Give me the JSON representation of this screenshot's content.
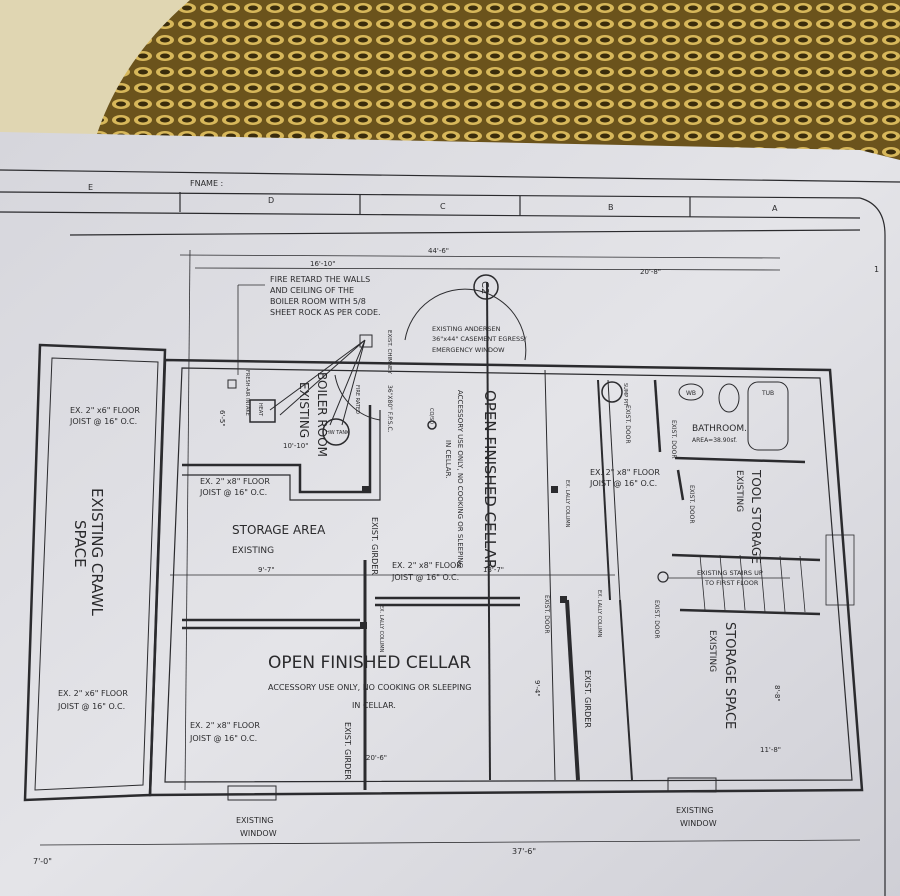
{
  "title_block": {
    "fname_label": "FNAME :",
    "columns": [
      "E",
      "D",
      "C",
      "B",
      "A"
    ],
    "row_marker": "1"
  },
  "dimensions": {
    "overall_top": "44'-6\"",
    "boiler_width": "16'-10\"",
    "right_width": "20'-8\"",
    "boiler_depth": "10'-10\"",
    "boiler_height": "6'-5\"",
    "storage_left": "9'-7\"",
    "storage_right": "13'-7\"",
    "cellar_height": "9'-4\"",
    "cellar_width": "20'-6\"",
    "right_height": "8'-8\"",
    "right_bottom": "11'-8\"",
    "bottom_overall": "37'-6\"",
    "crawl_width": "7'-0\""
  },
  "section_marker": "C2",
  "notes": {
    "fire_retard": [
      "FIRE RETARD THE WALLS",
      "AND CEILING OF THE",
      "BOILER ROOM WITH 5/8",
      "SHEET ROCK AS PER CODE."
    ],
    "egress_window": [
      "EXISTING ANDERSEN",
      "36\"x44\" CASEMENT EGRESS/",
      "EMERGENCY WINDOW"
    ],
    "chimney": "EXIST. CHIMNEY",
    "fresh_air": "FRESH-AIR INTAKE",
    "heat": "HEAT",
    "hw_tank": "HW TANK",
    "door_fpsc": "36\"X80\" F.P.S.C.",
    "fire_rated": "FIRE RATED",
    "smoke_det": "CO/SD",
    "sump": "SUMP PIT",
    "wb": "WB",
    "tub": "TUB",
    "stairs": [
      "EXISTING STAIRS UP",
      "TO FIRST FLOOR"
    ]
  },
  "rooms": {
    "crawl": [
      "EXISTING CRAWL",
      "SPACE"
    ],
    "boiler": [
      "BOILER ROOM",
      "EXISTING"
    ],
    "storage_area": [
      "STORAGE AREA",
      "EXISTING"
    ],
    "cellar_upper": [
      "OPEN FINISHED CELLAR",
      "ACCESSORY USE ONLY, NO COOKING OR SLEEPING",
      "IN CELLAR."
    ],
    "cellar_lower": [
      "OPEN  FINISHED CELLAR",
      "ACCESSORY USE ONLY, NO COOKING OR SLEEPING",
      "IN CELLAR."
    ],
    "bathroom": [
      "BATHROOM.",
      "AREA=38.90sf."
    ],
    "tool_storage": [
      "TOOL STORAGE",
      "EXISTING"
    ],
    "storage_space": [
      "STORAGE SPACE",
      "EXISTING"
    ]
  },
  "joists": {
    "joist_6": [
      "EX. 2\" x6\" FLOOR",
      "JOIST @ 16\" O.C."
    ],
    "joist_8": [
      "EX. 2\" x8\" FLOOR",
      "JOIST @ 16\" O.C."
    ]
  },
  "labels": {
    "exist_girder": "EXIST. GIRDER",
    "lally": "EX. LALLY COLUMN",
    "exist_door": "EXIST. DOOR",
    "existing_window": [
      "EXISTING",
      "WINDOW"
    ]
  }
}
